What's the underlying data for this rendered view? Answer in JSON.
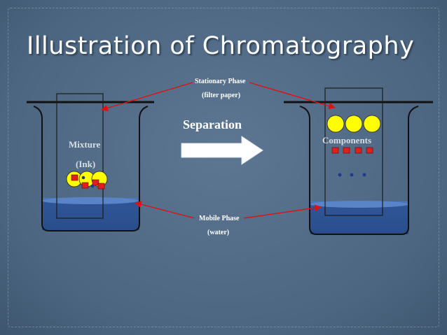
{
  "slide": {
    "title": "Illustration of Chromatography"
  },
  "labels": {
    "stationary_line1": "Stationary Phase",
    "stationary_line2": "(filter paper)",
    "separation": "Separation",
    "mixture_line1": "Mixture",
    "mixture_line2": "(Ink)",
    "components": "Components",
    "mobile_line1": "Mobile Phase",
    "mobile_line2": "(water)"
  },
  "colors": {
    "background": "#4f6a84",
    "water": "#2f5597",
    "paper_strip": "#4e6683",
    "yellow_dot": "#ffff00",
    "red_square": "#e02020",
    "blue_dot": "#1f3a8a",
    "arrow_line": "#e01010",
    "separation_arrow": "#ffffff"
  }
}
